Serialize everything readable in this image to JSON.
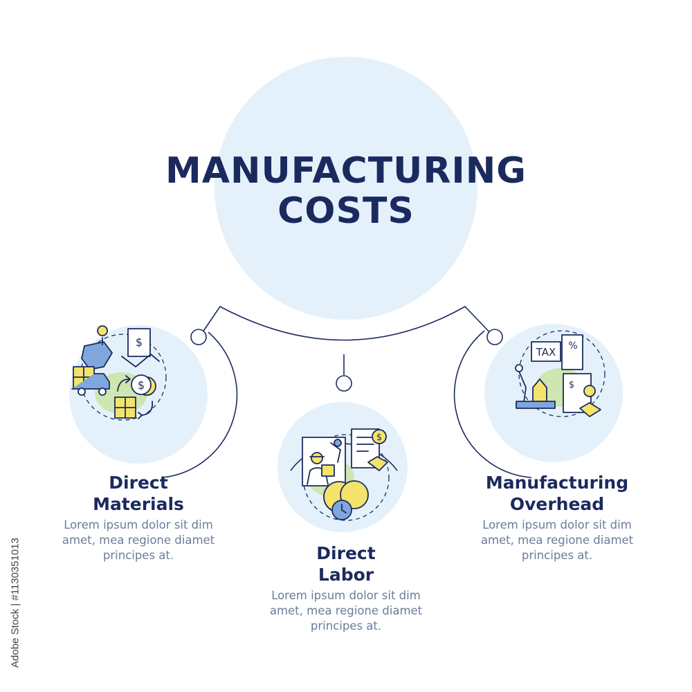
{
  "title": {
    "line1": "MANUFACTURING",
    "line2": "COSTS"
  },
  "items": [
    {
      "heading_line1": "Direct",
      "heading_line2": "Materials",
      "desc_line1": "Lorem ipsum dolor sit dim",
      "desc_line2": "amet, mea regione diamet",
      "desc_line3": "principes at."
    },
    {
      "heading_line1": "Direct",
      "heading_line2": "Labor",
      "desc_line1": "Lorem ipsum dolor sit dim",
      "desc_line2": "amet, mea regione diamet",
      "desc_line3": "principes at."
    },
    {
      "heading_line1": "Manufacturing",
      "heading_line2": "Overhead",
      "desc_line1": "Lorem ipsum dolor sit dim",
      "desc_line2": "amet, mea regione diamet",
      "desc_line3": "principes at."
    }
  ],
  "icons": {
    "left": "supply-chain-materials-icon",
    "middle": "labor-worker-contract-icon",
    "right": "tax-overhead-icon"
  },
  "tax_label": "TAX",
  "currency_symbol": "$",
  "percent_symbol": "%",
  "stock_id": "Adobe Stock | #1130351013",
  "colors": {
    "navy": "#1b2a5e",
    "circle_fill": "#e4f1fb",
    "green": "#cfe6b1",
    "yellow": "#f4e36b",
    "blue": "#a9c9ea",
    "text_gray": "#6b7c99"
  }
}
